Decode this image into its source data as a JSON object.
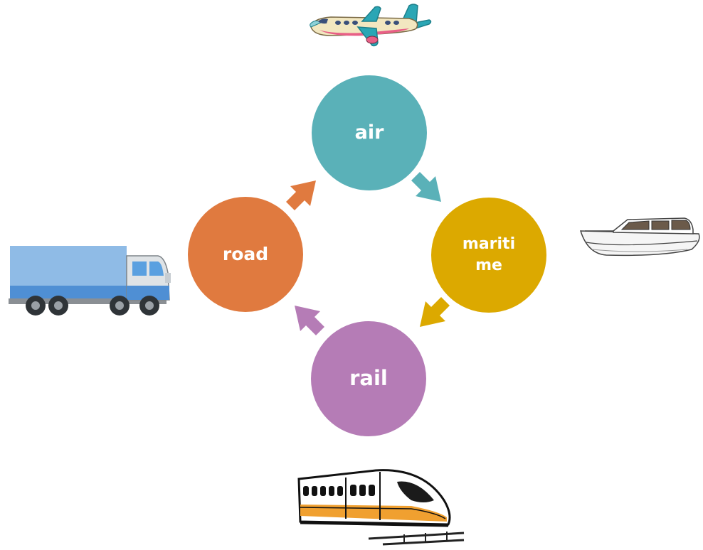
{
  "diagram": {
    "nodes": [
      {
        "id": "air",
        "label": "air",
        "color": "#5ab1b8"
      },
      {
        "id": "maritime",
        "label": "mariti me",
        "color": "#dca900"
      },
      {
        "id": "rail",
        "label": "rail",
        "color": "#b57cb6"
      },
      {
        "id": "road",
        "label": "road",
        "color": "#e07a3f"
      }
    ],
    "arrows": [
      {
        "from": "air",
        "to": "maritime",
        "color": "#5ab1b8"
      },
      {
        "from": "maritime",
        "to": "rail",
        "color": "#dca900"
      },
      {
        "from": "rail",
        "to": "road",
        "color": "#b57cb6"
      },
      {
        "from": "road",
        "to": "air",
        "color": "#e07a3f"
      }
    ],
    "illustrations": [
      {
        "name": "airplane-illustration",
        "icon": "airplane"
      },
      {
        "name": "boat-illustration",
        "icon": "motor-boat"
      },
      {
        "name": "train-illustration",
        "icon": "high-speed-train"
      },
      {
        "name": "truck-illustration",
        "icon": "delivery-truck"
      }
    ]
  }
}
